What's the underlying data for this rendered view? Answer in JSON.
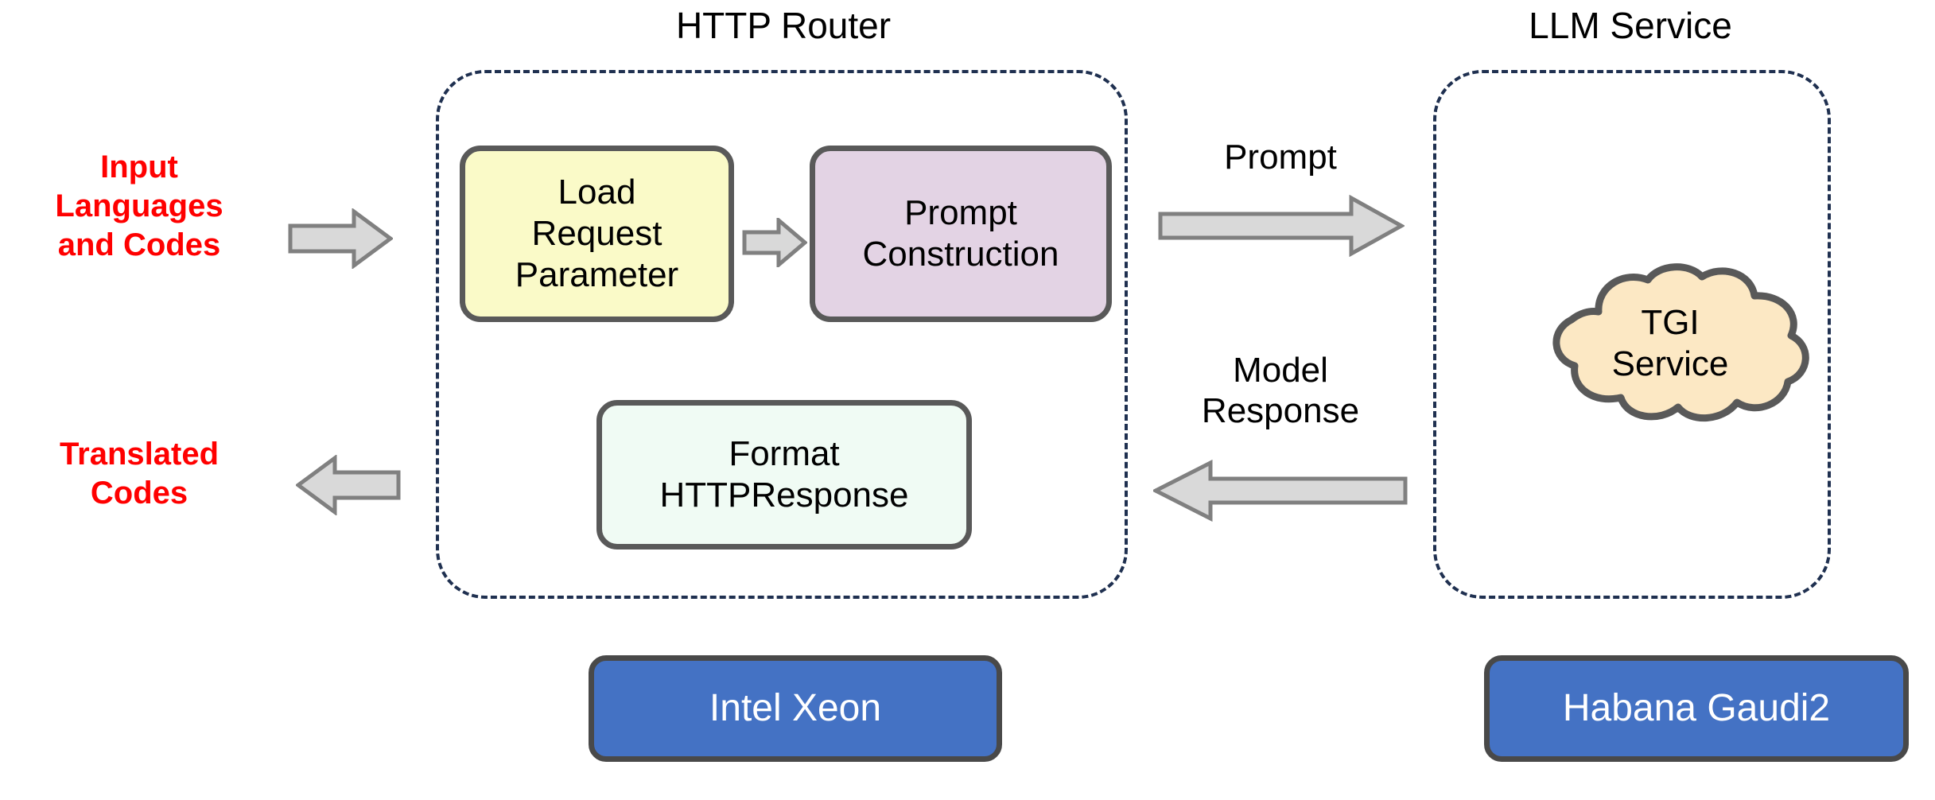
{
  "diagram": {
    "background_color": "#FFFFFF",
    "sections": [
      {
        "id": "http_router",
        "title": "HTTP Router"
      },
      {
        "id": "llm_service",
        "title": "LLM Service"
      }
    ],
    "io_labels": {
      "input": "Input\nLanguages\nand Codes",
      "output": "Translated\nCodes"
    },
    "router_nodes": [
      {
        "id": "load_request_parameter",
        "label": "Load\nRequest\nParameter",
        "fill": "#FAFAC8",
        "stroke": "#595959"
      },
      {
        "id": "prompt_construction",
        "label": "Prompt\nConstruction",
        "fill": "#E3D3E4",
        "stroke": "#595959"
      },
      {
        "id": "format_http_response",
        "label": "Format\nHTTPResponse",
        "fill": "#F0FBF4",
        "stroke": "#595959"
      }
    ],
    "llm_nodes": [
      {
        "id": "tgi_service",
        "label": "TGI\nService",
        "fill": "#FCE8C4",
        "stroke": "#595959",
        "shape": "cloud"
      }
    ],
    "flows": [
      {
        "id": "input_to_router",
        "label": "",
        "direction": "right",
        "icon": "arrow-right-icon"
      },
      {
        "id": "load_to_prompt",
        "label": "",
        "direction": "right",
        "icon": "arrow-right-icon"
      },
      {
        "id": "prompt_to_llm",
        "label": "Prompt",
        "direction": "right",
        "icon": "arrow-right-icon"
      },
      {
        "id": "llm_to_router",
        "label": "Model\nResponse",
        "direction": "left",
        "icon": "arrow-left-icon"
      },
      {
        "id": "router_to_output",
        "label": "",
        "direction": "left",
        "icon": "arrow-left-icon"
      }
    ],
    "hardware": [
      {
        "id": "intel_xeon",
        "label": "Intel Xeon",
        "fill": "#4472C4",
        "text_color": "#FFFFFF"
      },
      {
        "id": "habana_gaudi2",
        "label": "Habana Gaudi2",
        "fill": "#4472C4",
        "text_color": "#FFFFFF"
      }
    ],
    "colors": {
      "accent_red": "#FF0000",
      "dashed_border": "#1F3050",
      "arrow_fill": "#D9D9D9",
      "arrow_stroke": "#808080",
      "node_stroke": "#595959",
      "hardware_blue": "#4472C4"
    }
  }
}
